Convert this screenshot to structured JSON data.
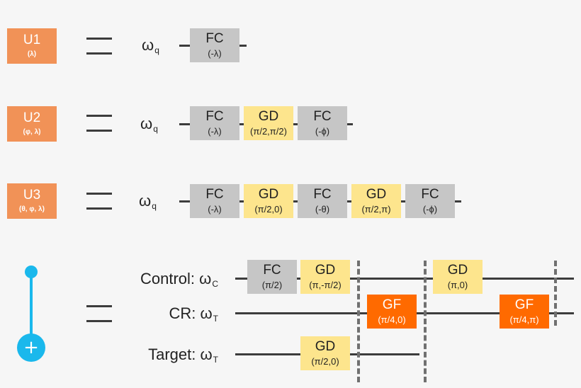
{
  "rows": [
    {
      "unitary": {
        "name": "U1",
        "params": "(λ)"
      },
      "omega": "ω",
      "omega_sub": "q",
      "gates": [
        {
          "type": "FC",
          "name": "FC",
          "params": "(-λ)"
        }
      ]
    },
    {
      "unitary": {
        "name": "U2",
        "params": "(φ, λ)"
      },
      "omega": "ω",
      "omega_sub": "q",
      "gates": [
        {
          "type": "FC",
          "name": "FC",
          "params": "(-λ)"
        },
        {
          "type": "GD",
          "name": "GD",
          "params": "(π/2,π/2)"
        },
        {
          "type": "FC",
          "name": "FC",
          "params": "(-ϕ)"
        }
      ]
    },
    {
      "unitary": {
        "name": "U3",
        "params": "(θ, φ, λ)"
      },
      "omega": "ω",
      "omega_sub": "q",
      "gates": [
        {
          "type": "FC",
          "name": "FC",
          "params": "(-λ)"
        },
        {
          "type": "GD",
          "name": "GD",
          "params": "(π/2,0)"
        },
        {
          "type": "FC",
          "name": "FC",
          "params": "(-θ)"
        },
        {
          "type": "GD",
          "name": "GD",
          "params": "(π/2,π)"
        },
        {
          "type": "FC",
          "name": "FC",
          "params": "(-ϕ)"
        }
      ]
    }
  ],
  "cnot": {
    "control": {
      "label": "Control: ω",
      "sub": "C"
    },
    "cr": {
      "label": "CR: ω",
      "sub": "T"
    },
    "target": {
      "label": "Target: ω",
      "sub": "T"
    },
    "control_gates": [
      {
        "type": "FC",
        "name": "FC",
        "params": "(π/2)"
      },
      {
        "type": "GD",
        "name": "GD",
        "params": "(π,-π/2)"
      },
      {
        "type": "GD",
        "name": "GD",
        "params": "(π,0)"
      }
    ],
    "cr_gates": [
      {
        "type": "GF",
        "name": "GF",
        "params": "(π/4,0)"
      },
      {
        "type": "GF",
        "name": "GF",
        "params": "(π/4,π)"
      }
    ],
    "target_gates": [
      {
        "type": "GD",
        "name": "GD",
        "params": "(π/2,0)"
      }
    ],
    "plus_symbol": "+"
  },
  "colors": {
    "unitary_box": "#f19257",
    "fc_gate": "#c6c6c6",
    "gd_gate": "#fde58d",
    "gf_gate": "#ff6a00",
    "cnot_symbol": "#1ab8ec"
  }
}
